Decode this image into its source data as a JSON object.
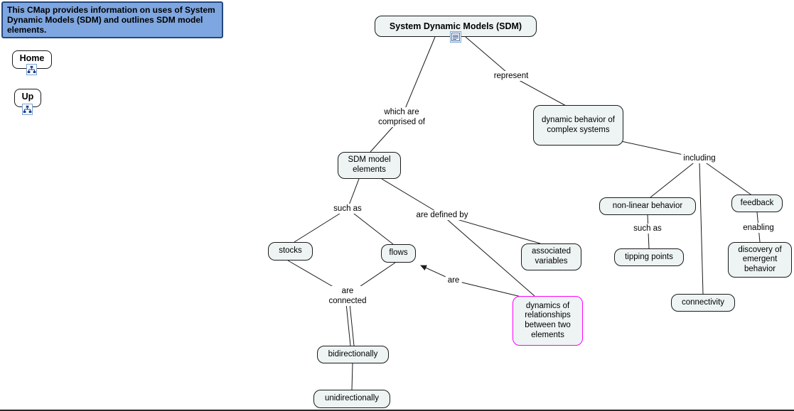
{
  "annotation": {
    "text": "This CMap provides information on uses of System Dynamic Models (SDM) and outlines SDM model elements."
  },
  "nav": {
    "home_label": "Home",
    "up_label": "Up"
  },
  "icons": {
    "home": "sitemap-icon",
    "up": "sitemap-icon",
    "sdm_resource": "resource-list-icon"
  },
  "nodes": {
    "sdm": "System Dynamic Models (SDM)",
    "dynamic_behavior": "dynamic behavior of complex systems",
    "sdm_elements": "SDM model elements",
    "nonlinear": "non-linear behavior",
    "feedback": "feedback",
    "stocks": "stocks",
    "flows": "flows",
    "associated_variables": "associated variables",
    "tipping_points": "tipping points",
    "discovery": "discovery of emergent behavior",
    "connectivity": "connectivity",
    "dynamics_rel": "dynamics of relationships between two elements",
    "bidirectionally": "bidirectionally",
    "unidirectionally": "unidirectionally"
  },
  "links": {
    "represent": "represent",
    "comprised": "which are\ncomprised of",
    "including": "including",
    "such_as_elements": "such as",
    "defined_by": "are defined by",
    "such_as_nonlinear": "such as",
    "enabling": "enabling",
    "connected": "are\nconnected",
    "are": "are"
  },
  "colors": {
    "annotation_bg": "#7EA6E0",
    "annotation_border": "#26477E",
    "node_fill": "#EDF4F3",
    "node_border": "#1A1A1A",
    "highlight_border": "#FF00FF",
    "line": "#1A1A1A"
  }
}
